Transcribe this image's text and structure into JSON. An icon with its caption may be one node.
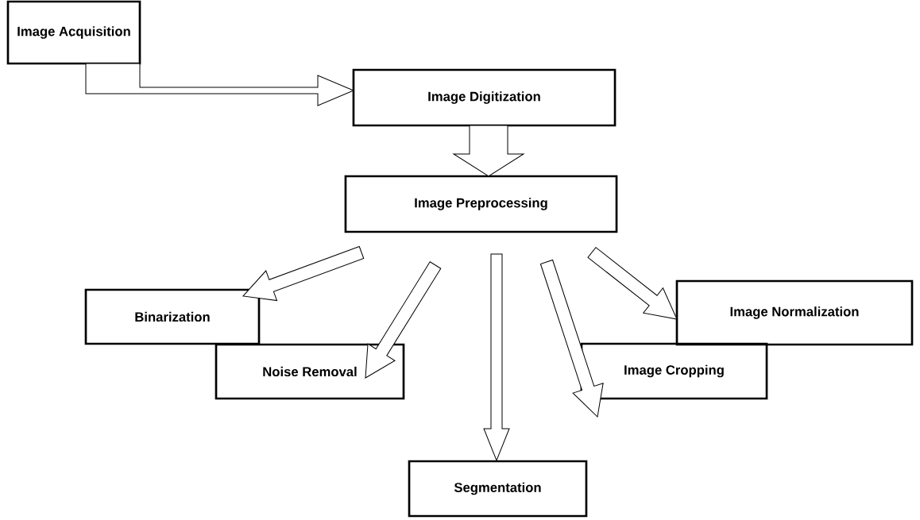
{
  "diagram": {
    "nodes": [
      {
        "text": [
          "Image Acquisition"
        ]
      },
      {
        "text": [
          "Image Digitization"
        ]
      },
      {
        "text": [
          "Image Preprocessing"
        ]
      },
      {
        "text": [
          "Binarization"
        ]
      },
      {
        "text": [
          "Noise Removal"
        ]
      },
      {
        "text": [
          "Segmentation"
        ]
      },
      {
        "text": [
          "Image Cropping"
        ]
      },
      {
        "text": [
          "Image Normalization"
        ]
      }
    ],
    "edges": [
      {
        "from": 0,
        "to": 1,
        "arrow": "to"
      },
      {
        "from": 1,
        "to": 2,
        "arrow": "to"
      },
      {
        "from": 2,
        "to": 3,
        "arrow": "to"
      },
      {
        "from": 2,
        "to": 4,
        "arrow": "to"
      },
      {
        "from": 2,
        "to": 5,
        "arrow": "to"
      },
      {
        "from": 2,
        "to": 6,
        "arrow": "to"
      },
      {
        "from": 2,
        "to": 7,
        "arrow": "to"
      }
    ]
  }
}
